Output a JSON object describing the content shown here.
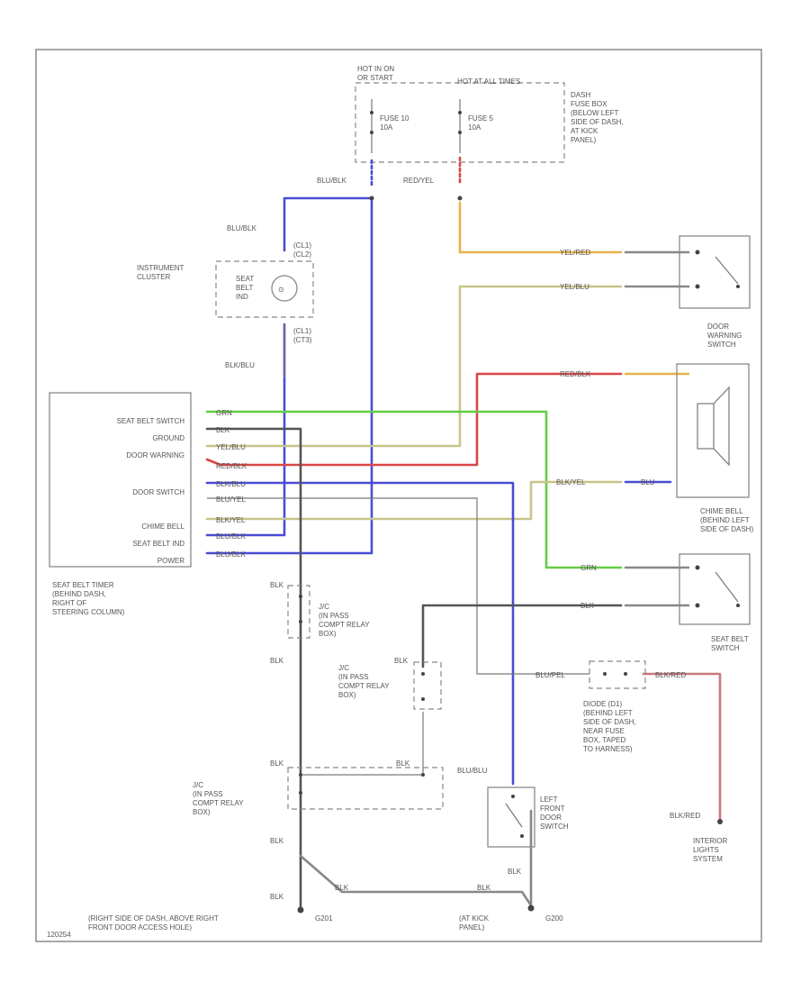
{
  "diagram": {
    "figure_id": "120254",
    "fuse_panel": {
      "hot_run": "HOT IN ON\nOR START",
      "hot_all": "HOT AT ALL TIMES",
      "fuse_a": "FUSE 10\n10A",
      "fuse_b": "FUSE 5\n10A",
      "location": "DASH\nFUSE BOX\n(BELOW LEFT\nSIDE OF DASH,\nAT KICK\nPANEL)"
    },
    "wires": {
      "blu_blk_top": "BLU/BLK",
      "red_yel_top": "RED/YEL",
      "blu_blk_cluster": "BLU/BLK",
      "blk_blu_cluster": "BLK/BLU",
      "yel_red": "YEL/RED",
      "yel_blu": "YEL/BLU",
      "red_blk": "RED/BLK",
      "grn": "GRN",
      "blk_yel": "BLK/YEL",
      "blu": "BLU",
      "grn_sw": "GRN",
      "blk_sw": "BLK",
      "blu_pel": "BLU/PEL",
      "blk_red": "BLK/RED",
      "blk_red_end": "BLK/RED",
      "blk_1": "BLK",
      "blk_2": "BLK",
      "blk_3": "BLK",
      "blk_4": "BLK",
      "blk_5": "BLK",
      "blk_6": "BLK",
      "blk_7": "BLK",
      "blk_8": "BLK",
      "blk_9": "BLK",
      "blu_blu": "BLU/BLU"
    },
    "timer_wires": {
      "w1": "GRN",
      "w2": "BLK",
      "w3": "YEL/BLU",
      "w4": "RED/BLK",
      "w5": "BLK/BLU",
      "w6": "BLU/YEL",
      "w7": "BLK/YEL",
      "w8": "BLU/BLK",
      "w9": "BLU/BLK"
    },
    "cluster": {
      "instrument": "INSTRUMENT\nCLUSTER",
      "indicator": "SEAT\nBELT\nIND",
      "conn_top": "(CL1)\n(CL2)",
      "conn_bottom": "(CL1)\n(CT3)"
    },
    "timer": {
      "pins": [
        "SEAT BELT SWITCH",
        "GROUND",
        "DOOR WARNING",
        "DOOR SWITCH",
        "CHIME BELL",
        "SEAT BELT IND",
        "POWER"
      ],
      "location": "SEAT BELT TIMER\n(BEHIND DASH,\nRIGHT OF\nSTEERING COLUMN)"
    },
    "components": {
      "door_warning_switch": "DOOR\nWARNING\nSWITCH",
      "chime_bell": "CHIME BELL\n(BEHIND LEFT\nSIDE OF DASH)",
      "seat_belt_switch": "SEAT BELT\nSWITCH",
      "diode": "DIODE (D1)\n(BEHIND LEFT\nSIDE OF DASH,\nNEAR FUSE\nBOX, TAPED\nTO HARNESS)",
      "left_front_door_switch": "LEFT\nFRONT\nDOOR\nSWITCH",
      "interior_lights": "INTERIOR\nLIGHTS\nSYSTEM",
      "relay_1": "J/C\n(IN PASS\nCOMPT RELAY\nBOX)",
      "relay_2": "J/C\n(IN PASS\nCOMPT RELAY\nBOX)",
      "relay_3": "J/C\n(IN PASS\nCOMPT RELAY\nBOX)"
    },
    "grounds": {
      "g201": "G201",
      "g201_loc": "(RIGHT SIDE OF DASH, ABOVE RIGHT\nFRONT DOOR ACCESS HOLE)",
      "g200": "G200",
      "g200_loc": "(AT KICK\nPANEL)"
    },
    "colors": {
      "blue": "#4b4bd6",
      "yellow": "#e8b24a",
      "olive": "#c9c48a",
      "red": "#d94646",
      "green": "#66cc44",
      "black": "#555555",
      "gray": "#999999",
      "line": "#888888"
    }
  }
}
